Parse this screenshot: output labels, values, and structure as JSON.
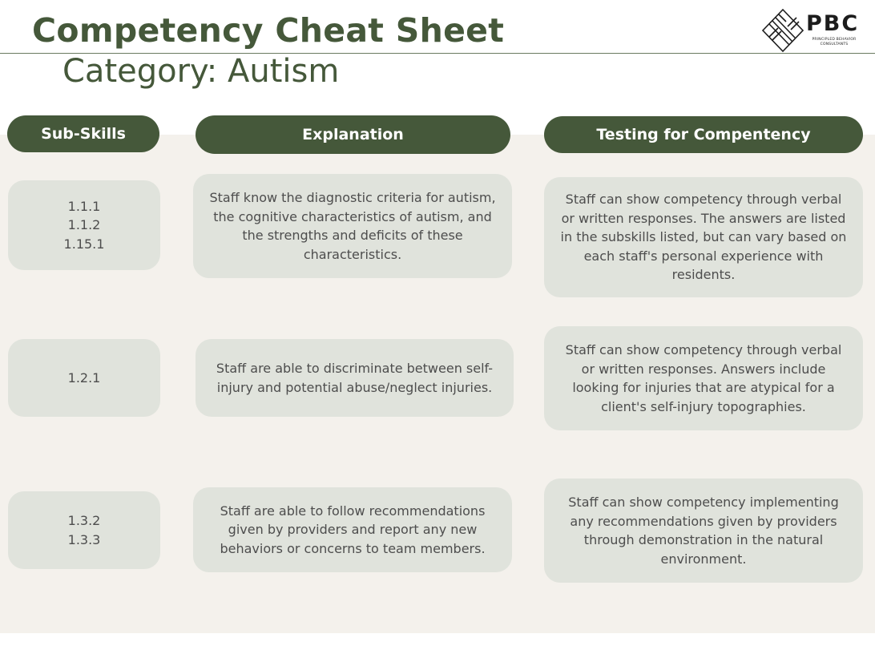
{
  "title": "Competency Cheat Sheet",
  "subtitle": "Category: Autism",
  "logo": {
    "letters": "PBC",
    "tagline_1": "PRINCIPLED BEHAVIOR",
    "tagline_2": "CONSULTANTS"
  },
  "headers": {
    "subskills": "Sub-Skills",
    "explanation": "Explanation",
    "testing": "Testing for Compentency"
  },
  "colors": {
    "header_green": "#45583a",
    "card_gray": "#e0e3dc",
    "panel_cream": "#f4f1ec"
  },
  "rows": [
    {
      "skills": [
        "1.1.1",
        "1.1.2",
        "1.15.1"
      ],
      "explanation": "Staff know the diagnostic criteria for autism, the cognitive characteristics of autism, and the strengths and deficits of these characteristics.",
      "testing": "Staff can show competency through verbal or written responses. The answers are listed in the subskills listed, but can vary based on each staff's personal experience with residents."
    },
    {
      "skills": [
        "1.2.1"
      ],
      "explanation": "Staff are able to discriminate between self-injury and potential abuse/neglect injuries.",
      "testing": "Staff can show competency through verbal or written responses. Answers include looking for injuries that are atypical for a client's self-injury topographies."
    },
    {
      "skills": [
        "1.3.2",
        "1.3.3"
      ],
      "explanation": "Staff are able to follow recommendations given by providers and report any new behaviors or concerns to team members.",
      "testing": "Staff can show competency implementing any recommendations given by providers through demonstration in the natural environment."
    }
  ]
}
